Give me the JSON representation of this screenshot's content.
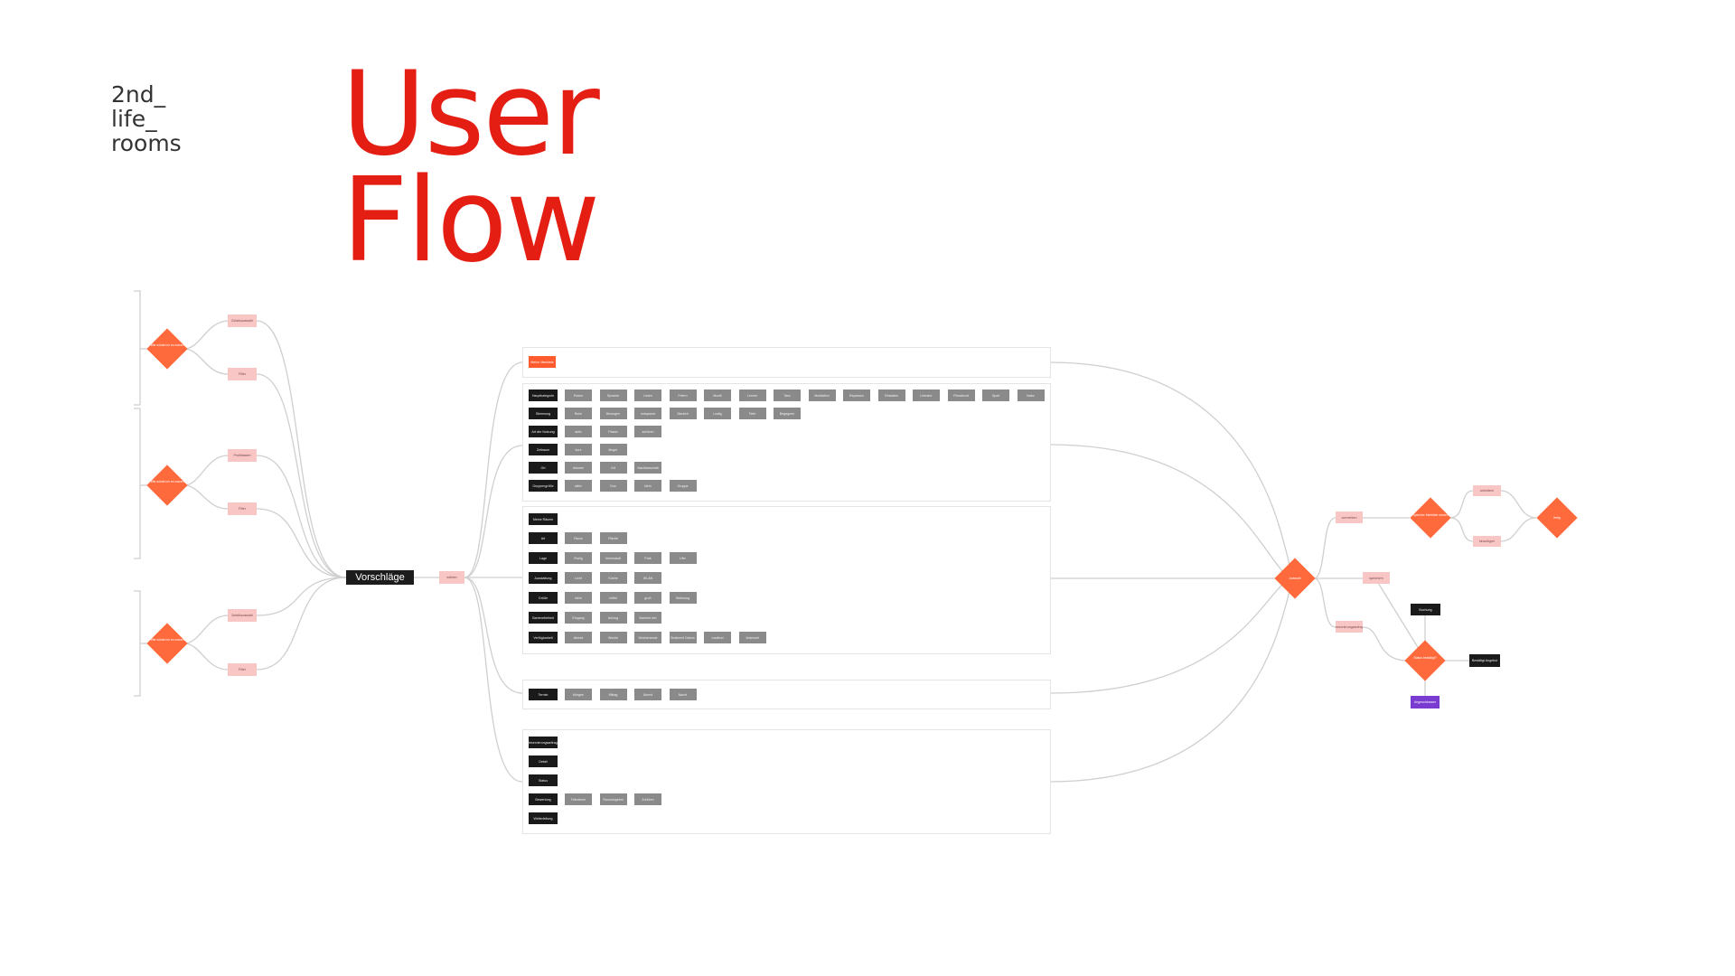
{
  "logo": {
    "line1": "2nd_",
    "line2": "life_",
    "line3": "rooms"
  },
  "title": {
    "line1": "User",
    "line2": "Flow"
  },
  "colors": {
    "accent": "#e41e13",
    "diamond": "#ff6a3d",
    "pink": "#f9c6c6",
    "dark": "#1a1a1a",
    "grey": "#8a8a8a",
    "purple": "#7a3bd1"
  },
  "left": {
    "diamonds": [
      "Wie würde ich es nutzen?",
      "Wie würde ich es nutzen?",
      "Wie würde ich es nutzen?"
    ],
    "options": [
      "Zufallsauswahl",
      "Filter",
      "Profilbasiert",
      "Filter",
      "Zufallsauswahl",
      "Filter"
    ]
  },
  "center": {
    "main": "Vorschläge",
    "select": "wählen"
  },
  "panel1": {
    "button": "Meine Merkliste"
  },
  "panel2": {
    "rows": [
      {
        "label": "Hauptkategorie",
        "chips": [
          "Essen",
          "Sprache",
          "Lesen",
          "Feiern",
          "Musik",
          "Lernen",
          "Tanz",
          "Meditation",
          "Reparatur",
          "Gestalten",
          "Literatur",
          "Filmabend",
          "Sport",
          "Natur"
        ]
      },
      {
        "label": "Stimmung",
        "chips": [
          "Ruhe",
          "Bewegen",
          "entspannt",
          "Sinnlich",
          "Lustig",
          "Tiefe",
          "Begegnen"
        ]
      },
      {
        "label": "Art der Nutzung",
        "chips": [
          "aktiv",
          "Passiv",
          "zuhören"
        ]
      },
      {
        "label": "Zeitraum",
        "chips": [
          "kurz",
          "länger"
        ]
      },
      {
        "label": "Ort",
        "chips": [
          "drinnen",
          "Ort",
          "Nachbarschaft"
        ]
      },
      {
        "label": "Gruppengröße",
        "chips": [
          "allein",
          "Duo",
          "klein",
          "Gruppe"
        ]
      }
    ]
  },
  "panel3": {
    "header": "Meine Räume",
    "rows": [
      {
        "label": "Art",
        "chips": [
          "Raum",
          "Fläche"
        ]
      },
      {
        "label": "Lage",
        "chips": [
          "Ruhig",
          "Innenstadt",
          "Park",
          "Ufer"
        ]
      },
      {
        "label": "Ausstattung",
        "chips": [
          "Licht",
          "Küche",
          "WLAN"
        ]
      },
      {
        "label": "Größe",
        "chips": [
          "klein",
          "mittel",
          "groß",
          "Wohnung"
        ]
      },
      {
        "label": "Barrierefreiheit",
        "chips": [
          "Eingang",
          "Aufzug",
          "Barriere-frei"
        ]
      },
      {
        "label": "Verfügbarkeit",
        "chips": [
          "Abend",
          "Woche",
          "Wochenende",
          "Bestimmt Datum",
          "Laufend",
          "Jederzeit"
        ]
      }
    ]
  },
  "panel4": {
    "rows": [
      {
        "label": "Termin",
        "chips": [
          "Morgen",
          "Mittag",
          "Abend",
          "Nacht"
        ]
      }
    ]
  },
  "panel5": {
    "rows": [
      {
        "label": "Reservierungsanfrage",
        "chips": []
      },
      {
        "label": "Detail",
        "chips": []
      },
      {
        "label": "Status",
        "chips": []
      },
      {
        "label": "Bewertung",
        "chips": [
          "Teilnahme",
          "Raumangebot",
          "Zuhören"
        ]
      },
      {
        "label": "Weiterleitung",
        "chips": []
      }
    ]
  },
  "right": {
    "main_diamond": "Auswahl",
    "branches": [
      "vormerken",
      "speichern",
      "Reservierungsanfrage"
    ],
    "diamond_b": "Speicher Merkliste sharen",
    "option_top": "anfordern",
    "option_bottom": "hinzufügen",
    "diamond_end": "fertig",
    "diamond_status": "Status bestätigt?",
    "status_top": "Buchung",
    "status_right": "Bestätigt Angebot",
    "status_bottom": "Ungeschlossen"
  }
}
